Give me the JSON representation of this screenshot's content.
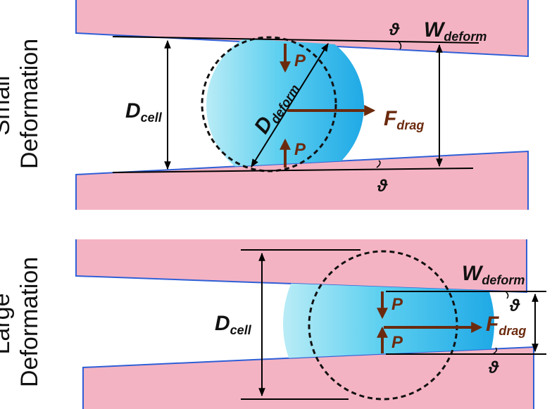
{
  "small_panel": {
    "side_label_line1": "Small",
    "side_label_line2": "Deformation",
    "d_cell_main": "D",
    "d_cell_sub": "cell",
    "d_deform_main": "D",
    "d_deform_sub": "deform",
    "w_deform_main": "W",
    "w_deform_sub": "deform",
    "f_drag_main": "F",
    "f_drag_sub": "drag",
    "p_top": "P",
    "p_bottom": "P",
    "theta_top": "ϑ",
    "theta_bottom": "ϑ"
  },
  "large_panel": {
    "side_label_line1": "Large",
    "side_label_line2": "Deformation",
    "d_cell_main": "D",
    "d_cell_sub": "cell",
    "w_deform_main": "W",
    "w_deform_sub": "deform",
    "f_drag_main": "F",
    "f_drag_sub": "drag",
    "p_top": "P",
    "p_bottom": "P",
    "theta_top": "ϑ",
    "theta_bottom": "ϑ"
  },
  "colors": {
    "channel_wall_fill": "#f4b3c3",
    "channel_wall_edge": "#2f5fd6",
    "cell_fill_light": "#b9ecf6",
    "cell_fill_dark": "#21b3e8",
    "force_arrow": "#6b2a0e",
    "label_text": "#111111",
    "force_label_text": "#6b2a0e",
    "dimension_line": "#000000"
  }
}
